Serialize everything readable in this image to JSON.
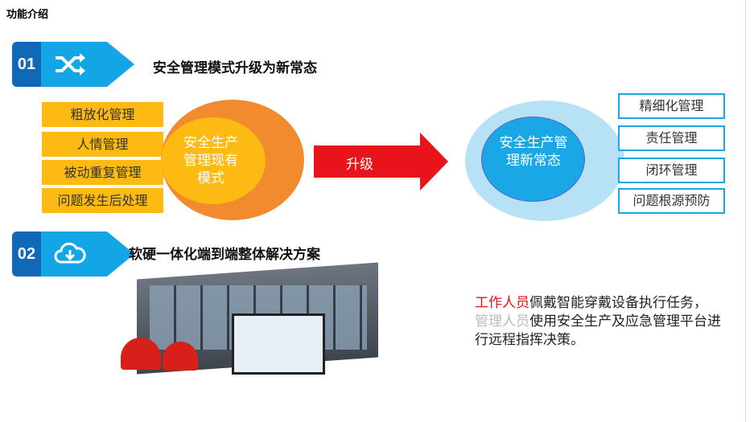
{
  "page_title": "功能介绍",
  "section1": {
    "number": "01",
    "icon": "shuffle-icon",
    "heading": "安全管理模式升级为新常态",
    "old_items": [
      "粗放化管理",
      "人情管理",
      "被动重复管理",
      "问题发生后处理"
    ],
    "old_center": "安全生产管理现有模式",
    "arrow_label": "升级",
    "new_center": "安全生产管理新常态",
    "new_items": [
      "精细化管理",
      "责任管理",
      "闭环管理",
      "问题根源预防"
    ]
  },
  "section2": {
    "number": "02",
    "icon": "cloud-download-icon",
    "heading": "软硬一体化端到端整体解决方案",
    "desc_worker": "工作人员",
    "desc_worker_rest": "佩戴智能穿戴设备执行任务，",
    "desc_manager": "管理人员",
    "desc_manager_rest": "使用安全生产及应急管理平台进行远程指挥决策。"
  },
  "colors": {
    "orange": "#f28a2e",
    "yellow": "#fdba12",
    "blue": "#1aa7e6",
    "red": "#e8131b"
  }
}
